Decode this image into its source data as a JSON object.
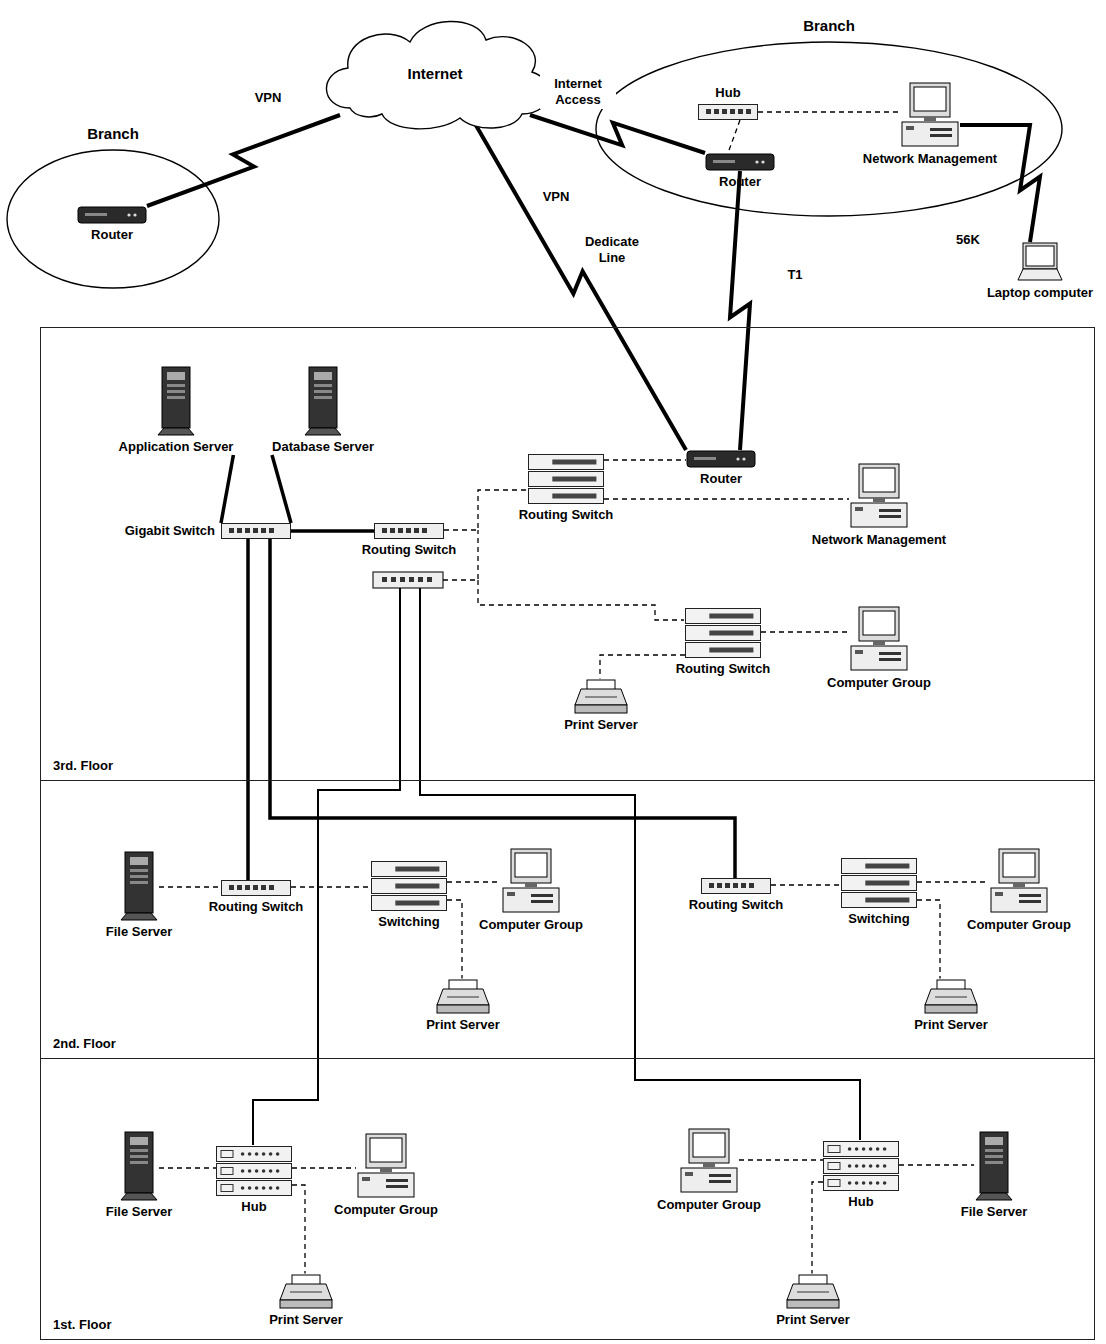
{
  "diagram": {
    "nodes": [
      {
        "text": [
          "Internet"
        ]
      },
      {
        "text": [
          "Branch"
        ]
      },
      {
        "text": [
          "Router"
        ],
        "in": 1
      },
      {
        "text": [
          "Branch"
        ]
      },
      {
        "text": [
          "Hub"
        ],
        "in": 3
      },
      {
        "text": [
          "Router"
        ],
        "in": 3
      },
      {
        "text": [
          "Network Management"
        ],
        "in": 3
      },
      {
        "text": [
          "Laptop computer"
        ]
      },
      {
        "text": [
          "3rd. Floor"
        ]
      },
      {
        "text": [
          "Application Server"
        ],
        "in": 8
      },
      {
        "text": [
          "Database Server"
        ],
        "in": 8
      },
      {
        "text": [
          "Gigabit Switch"
        ],
        "in": 8
      },
      {
        "text": [
          "Routing Switch"
        ],
        "in": 8
      },
      {
        "text": [
          "Routing Switch"
        ],
        "in": 8
      },
      {
        "text": [
          "Router"
        ],
        "in": 8
      },
      {
        "text": [
          "Network Management"
        ],
        "in": 8
      },
      {
        "text": [
          "Routing Switch"
        ],
        "in": 8
      },
      {
        "text": [
          "Computer Group"
        ],
        "in": 8
      },
      {
        "text": [
          "Print Server"
        ],
        "in": 8
      },
      {
        "text": [
          "2nd. Floor"
        ]
      },
      {
        "text": [
          "File Server"
        ],
        "in": 19
      },
      {
        "text": [
          "Routing Switch"
        ],
        "in": 19
      },
      {
        "text": [
          "Switching"
        ],
        "in": 19
      },
      {
        "text": [
          "Computer Group"
        ],
        "in": 19
      },
      {
        "text": [
          "Print Server"
        ],
        "in": 19
      },
      {
        "text": [
          "Routing Switch"
        ],
        "in": 19
      },
      {
        "text": [
          "Switching"
        ],
        "in": 19
      },
      {
        "text": [
          "Computer Group"
        ],
        "in": 19
      },
      {
        "text": [
          "Print Server"
        ],
        "in": 19
      },
      {
        "text": [
          "1st. Floor"
        ]
      },
      {
        "text": [
          "File Server"
        ],
        "in": 29
      },
      {
        "text": [
          "Hub"
        ],
        "in": 29
      },
      {
        "text": [
          "Computer Group"
        ],
        "in": 29
      },
      {
        "text": [
          "Print Server"
        ],
        "in": 29
      },
      {
        "text": [
          "Computer Group"
        ],
        "in": 29
      },
      {
        "text": [
          "Hub"
        ],
        "in": 29
      },
      {
        "text": [
          "File Server"
        ],
        "in": 29
      },
      {
        "text": [
          "Print Server"
        ],
        "in": 29
      }
    ],
    "edges": [
      {
        "from": 2,
        "to": 0,
        "label": "VPN",
        "arrow": "none"
      },
      {
        "from": 0,
        "to": 5,
        "label": "Internet Access",
        "arrow": "none"
      },
      {
        "from": 0,
        "to": 14,
        "label": "Dedicate Line",
        "arrow": "none"
      },
      {
        "from": 5,
        "to": 14,
        "label": "T1",
        "arrow": "none"
      },
      {
        "from": 4,
        "to": 5,
        "arrow": "none"
      },
      {
        "from": 4,
        "to": 6,
        "arrow": "none"
      },
      {
        "from": 6,
        "to": 7,
        "label": "56K",
        "arrow": "none"
      },
      {
        "from": 9,
        "to": 11,
        "arrow": "none"
      },
      {
        "from": 10,
        "to": 11,
        "arrow": "none"
      },
      {
        "from": 11,
        "to": 12,
        "arrow": "none"
      },
      {
        "from": 12,
        "to": 13,
        "arrow": "none"
      },
      {
        "from": 13,
        "to": 14,
        "arrow": "none"
      },
      {
        "from": 13,
        "to": 15,
        "arrow": "none"
      },
      {
        "from": 16,
        "to": 17,
        "arrow": "none"
      },
      {
        "from": 16,
        "to": 18,
        "arrow": "none"
      },
      {
        "from": 11,
        "to": 21,
        "arrow": "none"
      },
      {
        "from": 11,
        "to": 25,
        "arrow": "none"
      },
      {
        "from": 20,
        "to": 21,
        "arrow": "none"
      },
      {
        "from": 21,
        "to": 22,
        "arrow": "none"
      },
      {
        "from": 22,
        "to": 23,
        "arrow": "none"
      },
      {
        "from": 22,
        "to": 24,
        "arrow": "none"
      },
      {
        "from": 25,
        "to": 26,
        "arrow": "none"
      },
      {
        "from": 26,
        "to": 27,
        "arrow": "none"
      },
      {
        "from": 26,
        "to": 28,
        "arrow": "none"
      },
      {
        "from": 30,
        "to": 31,
        "arrow": "none"
      },
      {
        "from": 31,
        "to": 32,
        "arrow": "none"
      },
      {
        "from": 31,
        "to": 33,
        "arrow": "none"
      },
      {
        "from": 34,
        "to": 35,
        "arrow": "none"
      },
      {
        "from": 35,
        "to": 36,
        "arrow": "none"
      },
      {
        "from": 35,
        "to": 37,
        "arrow": "none"
      }
    ],
    "labels": [
      "VPN"
    ]
  }
}
